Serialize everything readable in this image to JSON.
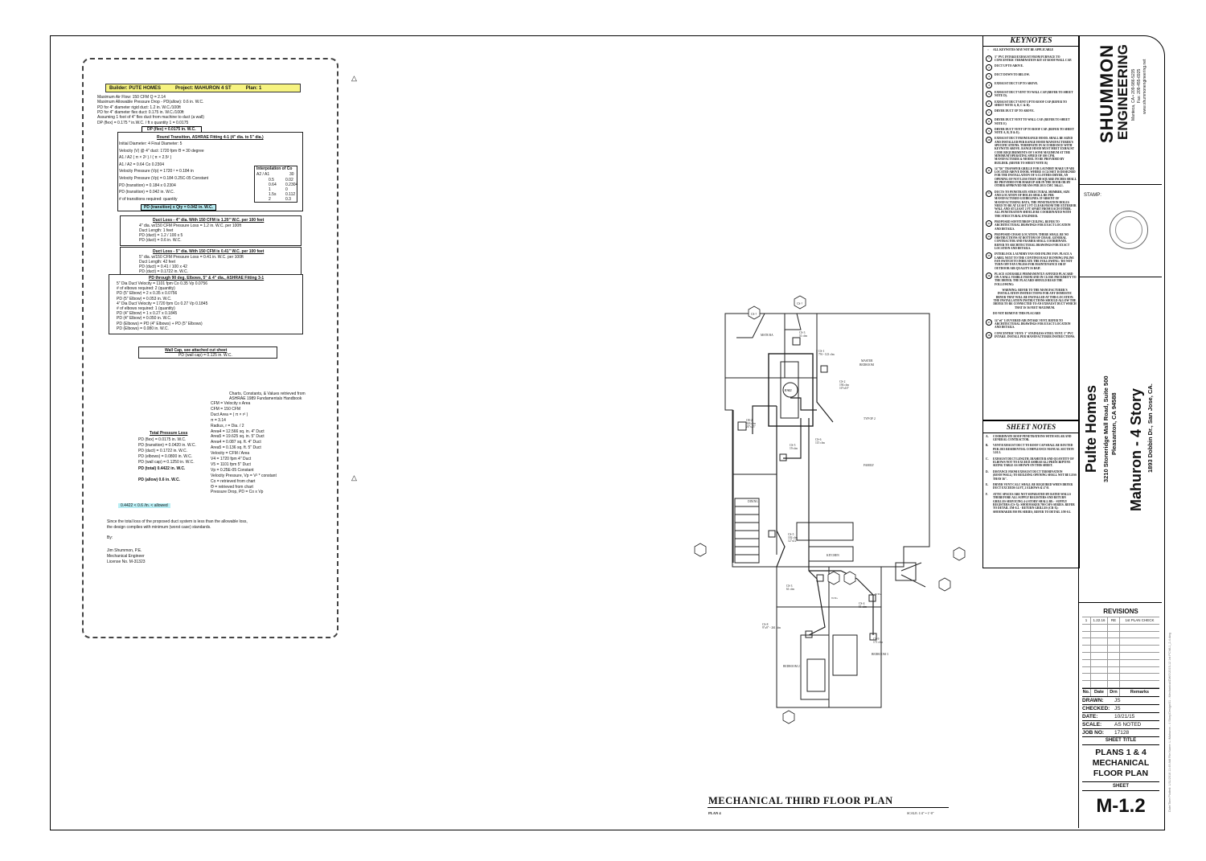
{
  "calc": {
    "builder_label": "Builder:",
    "builder": "PUTE HOMES",
    "project_label": "Project:",
    "project": "MAHURON 4 ST",
    "plan_label": "Plan:",
    "plan": "1",
    "lines_top": [
      "Maximum Air Flow:    150  CFM          Q =       2.14",
      "Maximum Allowable Pressure Drop - PD(allow):      0.6  in. W.C.",
      "PD for 4\" diameter rigid duct:        1.2  in. W.C./100ft",
      "PD for 4\" diameter flex duct:        0.175  in. W.C./100ft",
      "Assuming 1 foot of 4\" flex duct from machine to duct (a wall)",
      "DP (flex) =    0.175   * in.W.C. /    ft     x quantity     1     =      0.0175"
    ],
    "dp_flex": "DP (flex) =    0.0175 in. W.C.",
    "transition_title": "Round Transition, ASHRAE Fitting 4-1 (4\" dia. to 5\" dia.)",
    "transition_lines": [
      "Initial Diameter:     4      Final Diameter:     5",
      "Velocity (V) @ 4\" duct:     1720  fpm          Θ =          30  degree",
      "A1 / A2     ( π × 2² ) / ( π × 2.5² )",
      "A1 / A2 =      0.64                    Co    0.2304",
      "Velocity Pressure (Vp) =    1720 ²      =    0.184 in",
      "Velocity Pressure (Vp) =    0.184            0.25C-05 Constant",
      "PD (transition) =    0.184      x    0.2304",
      "PD (transition) =    0.042  in. W.C.",
      "# of transitions required:            quantity"
    ],
    "interp_title": "Interpolation of Co",
    "interp_header": [
      "A2 / A1",
      "30"
    ],
    "interp_rows": [
      [
        "0.5",
        "0.02"
      ],
      [
        "0.64",
        "0.2304"
      ],
      [
        "1",
        "0"
      ],
      [
        "1.5s",
        "0.112"
      ],
      [
        "2",
        "0.3"
      ]
    ],
    "pd_transition_total": "PD (transition) x Qty =        0.042  in. W.C.",
    "duct4_title": "Duct Loss - 4\" dia. With 150 CFM is 1.20\" W.C. per 100 feet",
    "duct4_lines": [
      "4\" dia. w/150 CFM          Pressure Loss =      1.2  in. W.C.    per 100ft",
      "Duct Length:              1     feet",
      "PD (duct) =       1.2    /   100   x    5",
      "PD (duct) =        0.6  in. W.C."
    ],
    "duct5_title": "Duct Loss - 5\" dia. With 150 CFM is 0.41\" W.C. per 100 feet",
    "duct5_lines": [
      "5\" dia. w/150 CFM          Pressure Loss =      0.41  in. W.C.    per 100ft",
      "Duct Length:              42    feet",
      "PD (duct) =       0.41   /   100   x   42",
      "PD (duct) =       0.1722  in. W.C."
    ],
    "elbow_title": "PD through 90 deg. Elbows, 5\" & 4\" dia., ASHRAE Fitting 3-1",
    "elbow_lines": [
      "5\" Dia Duct Velocity =      1101  fpm                Co   0.35           Vp   0.0756",
      "# of elbows required:               2  (quantity)",
      "PD (5\" Elbow) =          2        x        0.35        x         0.0756",
      "PD (5\" Elbow) =           0.053  in. W.C.",
      "4\" Dia Duct Velocity =      1720  fpm                Co   0.27           Vp   0.1845",
      "# of elbows required:               1  (quantity)",
      "PD (4\" Elbow) =          1        x        0.27        x         0.1845",
      "PD (4\" Elbow) =           0.050  in. W.C.",
      "PD (Elbows) = PD (4\" Elbows) + PD (5\" Elbows)",
      "PD (Elbows) =       0.080  in. W.C."
    ],
    "wallcap_title": "Wall Cap, see attached cut sheet",
    "wallcap_line": "PD (wall cap) =        0.125  in. W.C.",
    "ref_lines": [
      "Charts, Constants, & Values retrieved from",
      "ASHRAE 1989 Fundamentals Handbook"
    ],
    "formula_lines": [
      "CFM = Velocity x Area",
      "CFM =          150 CFM",
      "Duct Area =      ( π × r² )",
      "π =           3.14",
      "Radius, r =     Dia. / 2",
      "Area4 =      12.566 sq. in. 4\" Duct",
      "Area5 =      19.625 sq. in. 5\" Duct",
      "Area4 =      0.087 sq. ft. 4\" Duct",
      "Area5 =      0.136 sq. ft. 5\" Duct",
      "Velocity = CFM / Area",
      "V4 =         1720 fpm 4\" Duct",
      "V5 =         1101 fpm 5\" Duct",
      "Vp =         0.25E-05 Constant",
      "Velocity Pressure, Vp =  V² * constant",
      "Co =  retrieved from chart",
      "Θ =   retrieved from chart",
      "Pressure Drop, PD =      Co       x  Vp"
    ],
    "total_title": "Total Pressure Loss",
    "total_lines": [
      "PD (flex) =       0.0175  in. W.C.",
      "PD (transition) =       0.0420  in. W.C.",
      "PD (duct) =       0.1722  in. W.C.",
      "PD (elbows) =       0.0800  in. W.C.",
      "PD (wall cap) =       0.1250  in. W.C."
    ],
    "pd_total": "PD (total)    0.4422  in. W.C.",
    "pd_allow": "PD (allow)      0.6  in. W.C.",
    "compare": "0.4422       <        0.6       /in. < allowed",
    "conclusion_1": "Since the total loss of the proposed duct system is less than the allowable loss,",
    "conclusion_2": "the design complies with minimum (worst case) standards.",
    "by": "By:",
    "sig_name": "Jim Shummon, P.E.",
    "sig_title": "Mechanical Engineer",
    "sig_license": "License No.  M-31323"
  },
  "keynotes": {
    "title": "KEYNOTES",
    "items": [
      [
        "•",
        "ALL KEYNOTES MAY NOT BE APPLICABLE"
      ],
      [
        "1",
        "3\" PVC INTAKE/EXHAUST FROM FURNACE TO CONCENTRIC TERMINATION KIT AT ROOF/WALL CAP."
      ],
      [
        "2",
        "DUCT UP TO ABOVE."
      ],
      [
        "3",
        "DUCT DOWN TO BELOW."
      ],
      [
        "4",
        "EXHAUST DUCT UP TO ABOVE."
      ],
      [
        "5",
        "EXHAUST DUCT VENT TO WALL CAP (REFER TO SHEET NOTE D)."
      ],
      [
        "6",
        "EXHAUST DUCT VENT UP TO ROOF CAP (REFER TO SHEET NOTE A, B, C & D)."
      ],
      [
        "7",
        "DRYER DUCT UP TO ABOVE."
      ],
      [
        "8",
        "DRYER DUCT VENT TO WALL CAP. (REFER TO SHEET NOTE E)"
      ],
      [
        "9",
        "DRYER DUCT VENT UP TO ROOF CAP. (REFER TO SHEET NOTE A, B, D & E)."
      ],
      [
        "10",
        "EXHAUST DUCT FROM RANGE HOOD. SHALL BE SIZED AND INSTALLED PER RANGE HOOD MANUFACTURER'S SPECIFICATIONS. TERMINATE IN ACCORDANCE WITH KEYNOTE ABOVE. RANGE HOOD MUST MEET EXHAUST CODE REQUIREMENTS OF 3 SONE MAXIMUM AT THE MINIMUM OPERATING SPEED OF 100 CFM. MANUFACTURER & MODEL TO BE PROVIDED BY BUILDER. (REFER TO SHEET NOTE B)"
      ],
      [
        "11",
        "14\"X6\" TRANSFER GRILLE FOR LAUNDRY MAKE UP AIR LOCATED ABOVE DOOR. WHERE A CLOSET IS DESIGNED FOR THE INSTALLATION OF A CLOTHES DRYER, AN OPENING OF NOT LESS THAN 100 SQUARE INCHES SHALL BE PROVIDED FOR MAKEUP AIR IN THE DOOR OR BY OTHER APPROVED MEANS PER 2013 CMC 504.4.1."
      ],
      [
        "12",
        "DUCTS TO PENETRATE STRUCTURAL MEMBER, SIZE AND LOCATION OF HOLES SHALL BE PER MANUFACTURED GUIDELINES. IF ABSENT OF MANUFACTURING DATA, THE PENETRATION HOLES NEED TO BE AT LEAST 2 FT CLEAR FROM THE EXTERIOR WALL AND AT LEAST 2 FT APART FROM EACH OTHER. ALL PENETRATION SHOULD BE COORDINATED WITH THE STRUCTURAL ENGINEER."
      ],
      [
        "13",
        "PROPOSED SOFFIT/DROP CEILING. REFER TO ARCHITECTURAL DRAWINGS FOR EXACT LOCATION AND DETAILS."
      ],
      [
        "14",
        "PROPOSED CHASE LOCATION. THERE SHALL BE NO OBSTRUCTIONS AT BOTTOM OF CHASE. GENERAL CONTRACTOR AND FRAMER SHALL COORDINATE. REFER TO ARCHITECTURAL DRAWINGS FOR EXACT LOCATION AND DETAILS."
      ],
      [
        "15",
        "INTERLOCK LAUNDRY FAN AND INLINE FAN. PLACE A LABEL NEXT TO THE CONTINUOUSLY RUNNING INLINE FAN SWITCH TO INDICATE THE FOLLOWING: 'DO NOT TURN OFF FAN UNLESS FOR MAINTENANCE OR IF OUTDOOR AIR QUALITY IS BAD'."
      ],
      [
        "16",
        "PLACE A DURABLE PERMANENTLY AFFIXED PLACARD ON A WALL VISIBLE FROM AND IN CLOSE PROXIMITY TO THE DRYER. THE PLACARD SHOULD READ THE FOLLOWING:"
      ],
      [
        "",
        "WARNING: REFER TO THE MANUFACTURER'S INSTALLATION INSTRUCTIONS FOR ANY DOMESTIC DRYER THAT WILL BE INSTALLED AT THIS LOCATION. THE INSTALLATION INSTRUCTIONS SHOULD ALLOW THE DRYER TO BE CONNECTED TO AN EXHAUST DUCT WHICH THAT IS 56 FEET MAXIMUM."
      ],
      [
        "",
        "DO NOT REMOVE THIS PLACARD"
      ],
      [
        "17",
        "14\"x6\" LOUVERED AIR INTAKE VENT. REFER TO ARCHITECTURAL DRAWINGS FOR EXACT LOCATION AND DETAILS."
      ],
      [
        "18",
        "CONCENTRIC VENT: 3\" STAINLESS STEEL VENT. 3\" PVC INTAKE. INSTALL PER MANUFACTURER INSTRUCTIONS."
      ]
    ]
  },
  "sheet_notes": {
    "title": "SHEET NOTES",
    "items": [
      [
        "A.",
        "COORDINATE ROOF PENETRATIONS WITH SOLAR AND GENERAL CONTRACTOR."
      ],
      [
        "B.",
        "VENT/EXHAUST DUCT TO ROOF CAP SHALL BE ROUTED PER 2013 RESIDENTIAL COMPLIANCE MANUAL SECTION 3.10.3."
      ],
      [
        "C.",
        "EXHAUST DUCT LENGTH, DIAMETER AND QUANTITY OF ELBOWS NOT TO EXCEED ASHRAE 62.2 PRESCRIPTIVE SIZING TABLE AS SHOWN ON THIS SHEET."
      ],
      [
        "D.",
        "DISTANCE FROM EXHAUST DUCT TERMINATION (ROOF/WALL) TO BUILDING OPENING SHALL NOT BE LESS THAN 36\"."
      ],
      [
        "E.",
        "DRYER VENT CALC SHALL BE REQUIRED WHEN DRYER DUCT EXCEEDS 14 FT, 2 ELBOWS & 4\"Ø."
      ],
      [
        "F.",
        "ATTIC SPACES ARE NOT SEPARATED BY RATED WALLS THEREFORE ALL SUPPLY REGISTERS AND RETURN GRILLES SERVICING 4-4 STORY SHALL BE: - SUPPLY REGISTERS (CS-X): SHOEMAKER 700 CSFS SERIES. REFER TO DETAIL 1/M-0.2. - RETURN GRILLES (CR-X): SHOEMAKER 950 FR SERIES, REFER TO DETAIL 1/M-0.1."
      ]
    ]
  },
  "titleblock": {
    "firm": "SHUMMON",
    "firm2": "ENGINEERING",
    "address": "Manteca, CA • 209-986-5235",
    "fax": "Fax: 209-455-6925",
    "web": "www.shummonengineering.net",
    "stamp_label": "STAMP:",
    "client": "Pulte Homes",
    "client_addr": "3210 Stoneridge Mall Road, Suite 500",
    "client_city": "Pleasanton, CA 94588",
    "project": "Mahuron - 4 Story",
    "project_addr": "1893 Dobbin Dr., San Jose, CA.",
    "rev_title": "REVISIONS",
    "rev_first": [
      "1",
      "1.22.16",
      "RE",
      "1st PLAN CHECK"
    ],
    "rev_head": [
      "No.",
      "Date",
      "Drn",
      "Remarks"
    ],
    "drawn_label": "DRAWN:",
    "drawn": "JS",
    "checked_label": "CHECKED:",
    "checked": "JS",
    "date_label": "DATE:",
    "date": "10/21/15",
    "scale_label": "SCALE:",
    "scale": "AS NOTED",
    "job_label": "JOB NO:",
    "job": "17128",
    "sheet_title_label": "SHEET TITLE",
    "sheet_title_1": "PLANS 1 & 4",
    "sheet_title_2": "MECHANICAL",
    "sheet_title_3": "FLOOR PLAN",
    "sheet_label": "SHEET",
    "sheet_no": "M-1.2"
  },
  "plan": {
    "title": "MECHANICAL THIRD FLOOR PLAN",
    "sub": "PLAN 4",
    "scale": "SCALE: 1/4\" = 1'-0\"",
    "rooms": [
      "MSTR BA",
      "MASTER BEDROOM",
      "DINING",
      "FAMILY",
      "KITCHEN",
      "BEDROOM 2",
      "BEDROOM 3"
    ],
    "labels": [
      "CS-3 51 cfm 6\"x6\"",
      "CS-1 79f - 123 cfm 8\"x8\"",
      "CS-2 194 cfm 10\"x10\"",
      "CR-2 826 cfm 20\"x25\"",
      "CS-5 19 cfm 6\"x6\"",
      "CS-6 115 cfm 8\"x8\"",
      "CS-5 102 cfm 12\"x12\"",
      "CS-3 61 cfm 6\"x6\"",
      "CS-4 51 cfm 6\"x6\"",
      "CS-8 9\"x9\" - 261 cfm 8\"x8\"",
      "CS-9 171 cfm 8\"x8\"",
      "TYP OF 2",
      "FAU",
      "WH",
      "12\"Ø",
      "10\"Ø",
      "8\"Ø",
      "6\"Ø",
      "4\"Ø",
      "7\"Ø",
      "WTG",
      "6\"Ø"
    ]
  },
  "sidebar_path": "Date/Time Plotted: 1/31/2016 11:49 AM   File Name: L:\\Mahuron - 4 Story\\Design\\01 - Mechanical\\DWG\\2015-12 1st PC\\M-1_2-4.dwg",
  "colors": {
    "yellow": "#f6f380",
    "cyan": "#b9eef4"
  }
}
